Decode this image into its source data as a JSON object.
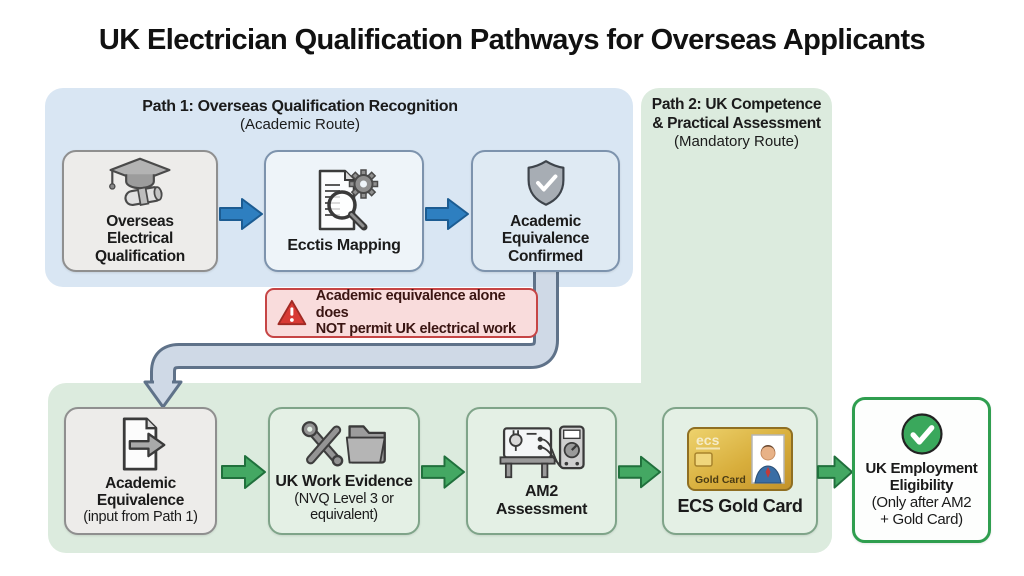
{
  "title": "UK Electrician Qualification Pathways for Overseas Applicants",
  "path1": {
    "header": "Path 1: Overseas Qualification Recognition",
    "subheader": "(Academic Route)",
    "nodes": {
      "overseas_qualification": {
        "label": "Overseas\nElectrical\nQualification"
      },
      "ecctis_mapping": {
        "label": "Ecctis Mapping"
      },
      "equivalence_confirmed": {
        "label": "Academic\nEquivalence\nConfirmed"
      }
    },
    "warning": "Academic equivalence alone does\nNOT permit UK electrical work"
  },
  "path2": {
    "header": "Path 2: UK Competence\n& Practical Assessment",
    "subheader": "(Mandatory Route)",
    "nodes": {
      "academic_equivalence": {
        "label": "Academic\nEquivalence",
        "sublabel": "(input from Path 1)"
      },
      "uk_work_evidence": {
        "label": "UK Work Evidence",
        "sublabel": "(NVQ Level 3 or\nequivalent)"
      },
      "am2_assessment": {
        "label": "AM2\nAssessment"
      },
      "ecs_gold_card": {
        "label": "ECS Gold Card",
        "card_brand": "ecs",
        "card_label": "Gold Card"
      },
      "uk_employment": {
        "label": "UK Employment\nEligibility",
        "sublabel": "(Only after AM2\n+ Gold Card)"
      }
    }
  },
  "colors": {
    "path1_panel": "#d9e6f3",
    "path2_panel": "#dcebde",
    "node_gray": "#edecea",
    "node_green": "#e4f0e5",
    "arrow_blue": "#2e7fc0",
    "arrow_green": "#44a863",
    "pipe_fill": "#cfd9e6",
    "warning_bg": "#f9dcdc",
    "warning_border": "#c64545",
    "success_green": "#3aa85c",
    "gold_card": "#d4a93c"
  }
}
